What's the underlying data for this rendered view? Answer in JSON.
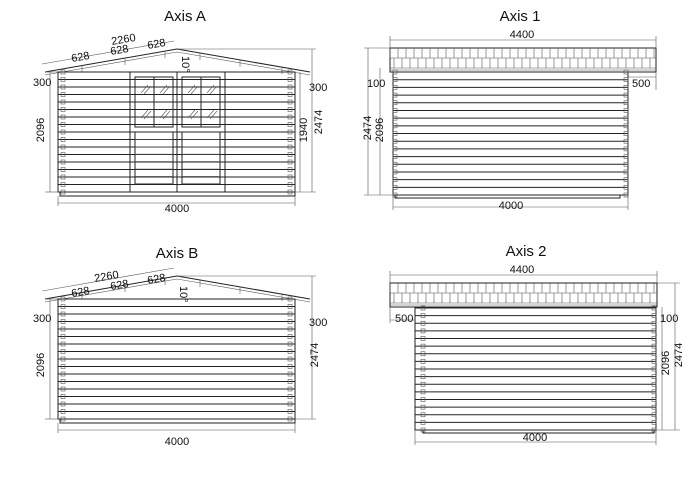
{
  "views": {
    "axis_a": {
      "title": "Axis A",
      "dims": {
        "ridge_slope": "2260",
        "seg1": "628",
        "seg2": "628",
        "seg3": "628",
        "pitch": "10°",
        "overhang_left": "300",
        "overhang_right": "300",
        "wall_height": "2096",
        "door_height": "1940",
        "total_height": "2474",
        "width": "4000"
      }
    },
    "axis_1": {
      "title": "Axis 1",
      "dims": {
        "roof_length": "4400",
        "gap": "100",
        "overhang": "500",
        "total_height": "2474",
        "wall_height": "2096",
        "width": "4000"
      }
    },
    "axis_b": {
      "title": "Axis B",
      "dims": {
        "ridge_slope": "2260",
        "seg1": "628",
        "seg2": "628",
        "seg3": "628",
        "pitch": "10°",
        "overhang_left": "300",
        "overhang_right": "300",
        "wall_height": "2096",
        "total_height": "2474",
        "width": "4000"
      }
    },
    "axis_2": {
      "title": "Axis 2",
      "dims": {
        "roof_length": "4400",
        "overhang": "500",
        "gap": "100",
        "wall_height": "2096",
        "total_height": "2474",
        "width": "4000"
      }
    }
  },
  "colors": {
    "line": "#222222",
    "background": "#ffffff"
  }
}
